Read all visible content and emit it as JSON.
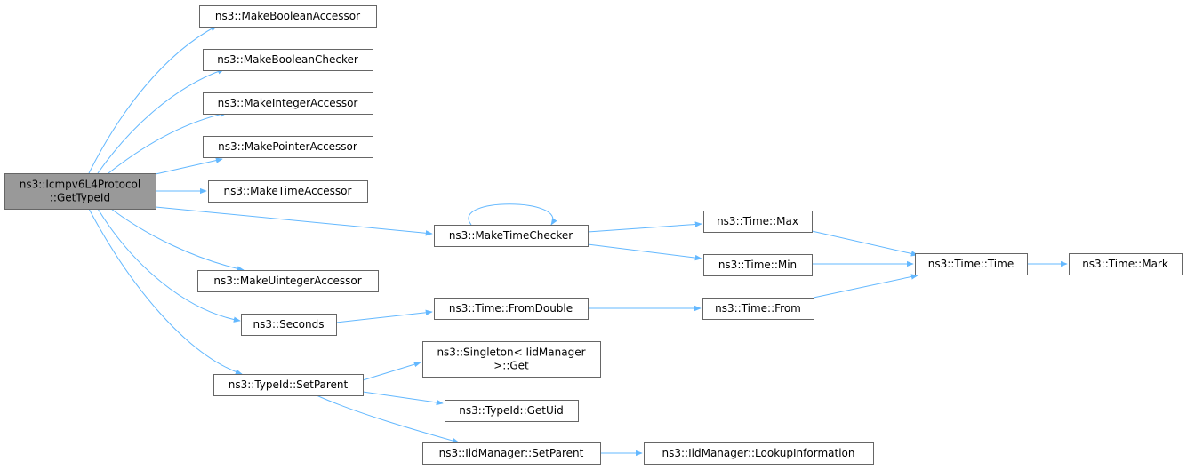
{
  "diagram": {
    "edge_color": "#63b8ff",
    "node_border_color": "#666666",
    "root_fill_color": "#999999",
    "nodes": [
      {
        "id": "root",
        "lines": [
          "ns3::Icmpv6L4Protocol",
          "::GetTypeId"
        ],
        "root": true
      },
      {
        "id": "mkboolacc",
        "lines": [
          "ns3::MakeBooleanAccessor"
        ]
      },
      {
        "id": "mkboolchk",
        "lines": [
          "ns3::MakeBooleanChecker"
        ]
      },
      {
        "id": "mkintacc",
        "lines": [
          "ns3::MakeIntegerAccessor"
        ]
      },
      {
        "id": "mkptracc",
        "lines": [
          "ns3::MakePointerAccessor"
        ]
      },
      {
        "id": "mktimeacc",
        "lines": [
          "ns3::MakeTimeAccessor"
        ]
      },
      {
        "id": "mktimechk",
        "lines": [
          "ns3::MakeTimeChecker"
        ]
      },
      {
        "id": "mkuintacc",
        "lines": [
          "ns3::MakeUintegerAccessor"
        ]
      },
      {
        "id": "seconds",
        "lines": [
          "ns3::Seconds"
        ]
      },
      {
        "id": "setparent",
        "lines": [
          "ns3::TypeId::SetParent"
        ]
      },
      {
        "id": "timemax",
        "lines": [
          "ns3::Time::Max"
        ]
      },
      {
        "id": "timemin",
        "lines": [
          "ns3::Time::Min"
        ]
      },
      {
        "id": "timetime",
        "lines": [
          "ns3::Time::Time"
        ]
      },
      {
        "id": "timemark",
        "lines": [
          "ns3::Time::Mark"
        ]
      },
      {
        "id": "fromdouble",
        "lines": [
          "ns3::Time::FromDouble"
        ]
      },
      {
        "id": "timefrom",
        "lines": [
          "ns3::Time::From"
        ]
      },
      {
        "id": "singleton",
        "lines": [
          "ns3::Singleton< IidManager",
          ">::Get"
        ]
      },
      {
        "id": "getuid",
        "lines": [
          "ns3::TypeId::GetUid"
        ]
      },
      {
        "id": "iidsetparent",
        "lines": [
          "ns3::IidManager::SetParent"
        ]
      },
      {
        "id": "lookup",
        "lines": [
          "ns3::IidManager::LookupInformation"
        ]
      }
    ],
    "edges": [
      {
        "from": "root",
        "to": "mkboolacc"
      },
      {
        "from": "root",
        "to": "mkboolchk"
      },
      {
        "from": "root",
        "to": "mkintacc"
      },
      {
        "from": "root",
        "to": "mkptracc"
      },
      {
        "from": "root",
        "to": "mktimeacc"
      },
      {
        "from": "root",
        "to": "mktimechk"
      },
      {
        "from": "root",
        "to": "mkuintacc"
      },
      {
        "from": "root",
        "to": "seconds"
      },
      {
        "from": "root",
        "to": "setparent"
      },
      {
        "from": "mktimechk",
        "to": "mktimechk"
      },
      {
        "from": "mktimechk",
        "to": "timemax"
      },
      {
        "from": "mktimechk",
        "to": "timemin"
      },
      {
        "from": "timemax",
        "to": "timetime"
      },
      {
        "from": "timemin",
        "to": "timetime"
      },
      {
        "from": "timetime",
        "to": "timemark"
      },
      {
        "from": "seconds",
        "to": "fromdouble"
      },
      {
        "from": "fromdouble",
        "to": "timefrom"
      },
      {
        "from": "timefrom",
        "to": "timetime"
      },
      {
        "from": "setparent",
        "to": "singleton"
      },
      {
        "from": "setparent",
        "to": "getuid"
      },
      {
        "from": "setparent",
        "to": "iidsetparent"
      },
      {
        "from": "iidsetparent",
        "to": "lookup"
      }
    ]
  }
}
